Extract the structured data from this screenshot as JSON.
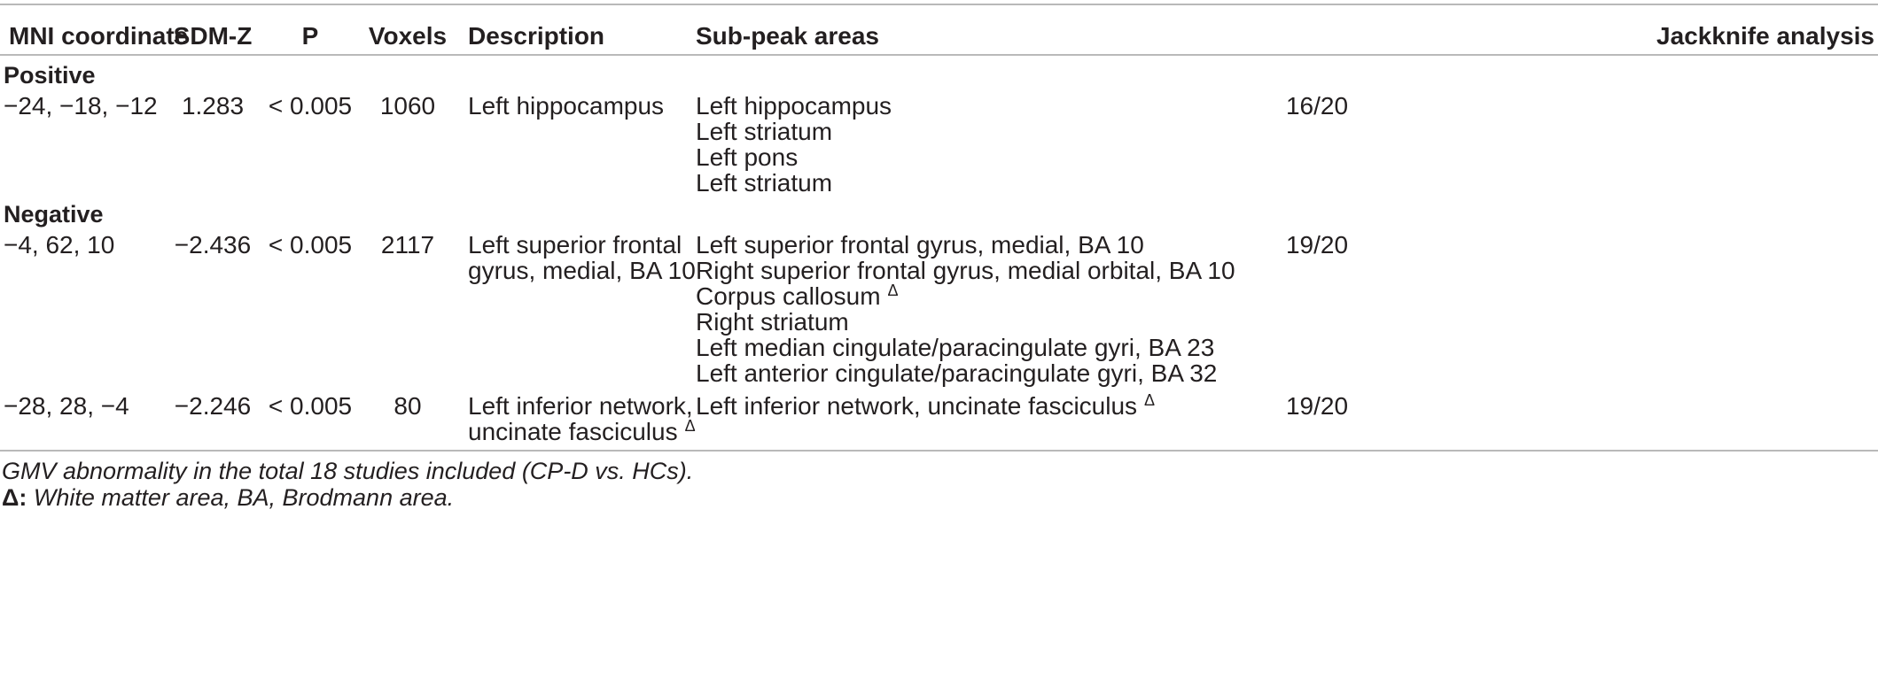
{
  "table": {
    "headers": [
      "MNI coordinate",
      "SDM-Z",
      "P",
      "Voxels",
      "Description",
      "Sub-peak areas",
      "Jackknife analysis"
    ],
    "positive_label": "Positive",
    "negative_label": "Negative",
    "rows": [
      {
        "mni": "−24, −18, −12",
        "sdmz": "1.283",
        "p": "< 0.005",
        "voxels": "1060",
        "description": [
          "Left hippocampus"
        ],
        "subpeaks": [
          "Left hippocampus",
          "Left striatum",
          "Left pons",
          "Left striatum"
        ],
        "jackknife": "16/20"
      },
      {
        "mni": "−4, 62, 10",
        "sdmz": "−2.436",
        "p": "< 0.005",
        "voxels": "2117",
        "description": [
          "Left superior frontal",
          "gyrus, medial, BA 10"
        ],
        "subpeaks": [
          "Left superior frontal gyrus, medial, BA 10",
          "Right superior frontal gyrus, medial orbital, BA 10",
          "Corpus callosum",
          "Right striatum",
          "Left median cingulate/paracingulate gyri, BA 23",
          "Left anterior cingulate/paracingulate gyri, BA 32"
        ],
        "jackknife": "19/20"
      },
      {
        "mni": "−28, 28, −4",
        "sdmz": "−2.246",
        "p": "< 0.005",
        "voxels": "80",
        "description": [
          "Left inferior network,",
          "uncinate fasciculus"
        ],
        "subpeaks": [
          "Left inferior network, uncinate fasciculus"
        ],
        "jackknife": "19/20"
      }
    ],
    "delta_symbol": "Δ"
  },
  "footnotes": {
    "line1": "GMV abnormality in the total 18 studies included (CP-D vs. HCs).",
    "line2_symbol": "Δ:",
    "line2_text": " White matter area, BA, Brodmann area."
  }
}
